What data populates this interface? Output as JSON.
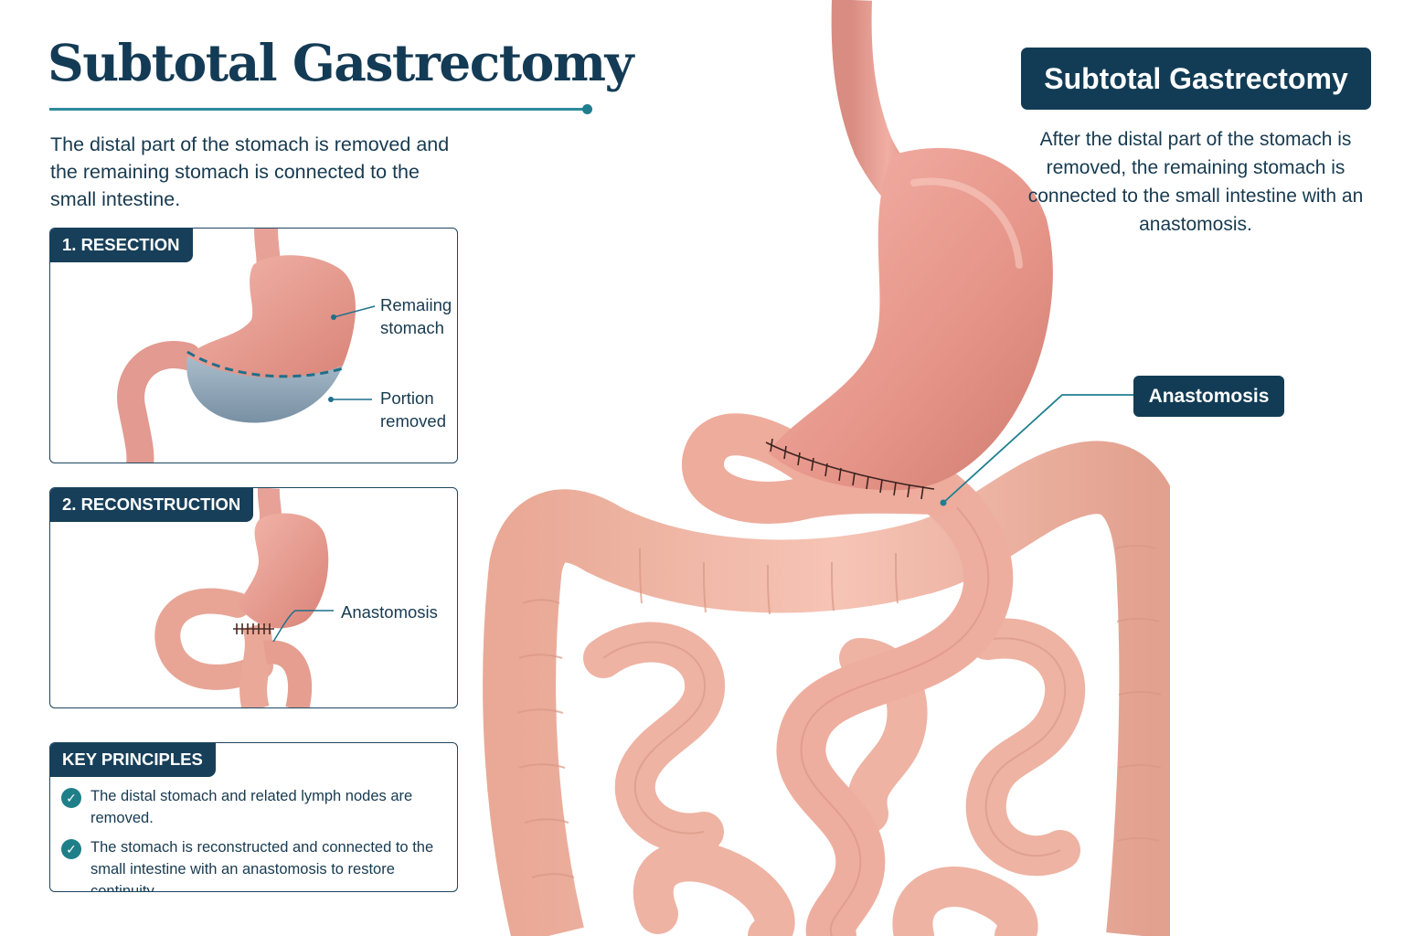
{
  "header": {
    "title": "Subtotal Gastrectomy",
    "intro": "The distal part of the stomach is removed and the remaining stomach is connected to the small intestine."
  },
  "resection": {
    "tag": "1. RESECTION",
    "label_remaining": "Remaiing stomach",
    "label_removed": "Portion removed"
  },
  "reconstruction": {
    "tag": "2. RECONSTRUCTION",
    "label_anastomosis": "Anastomosis"
  },
  "principles": {
    "tag": "KEY PRINCIPLES",
    "items": [
      "The distal stomach and related lymph nodes are removed.",
      "The stomach is reconstructed and connected to the small intestine with an anastomosis to restore continuity."
    ]
  },
  "main_illustration": {
    "badge": "Subtotal Gastrectomy",
    "description": "After the distal part of the stomach is removed, the remaining stomach is connected to the small intestine with an anastomosis.",
    "anastomosis_label": "Anastomosis"
  },
  "colors": {
    "navy": "#123c55",
    "teal": "#1f7f89",
    "tissue": "#e79c92",
    "bowel": "#efb3a2",
    "removed": "#8aa4b5"
  }
}
